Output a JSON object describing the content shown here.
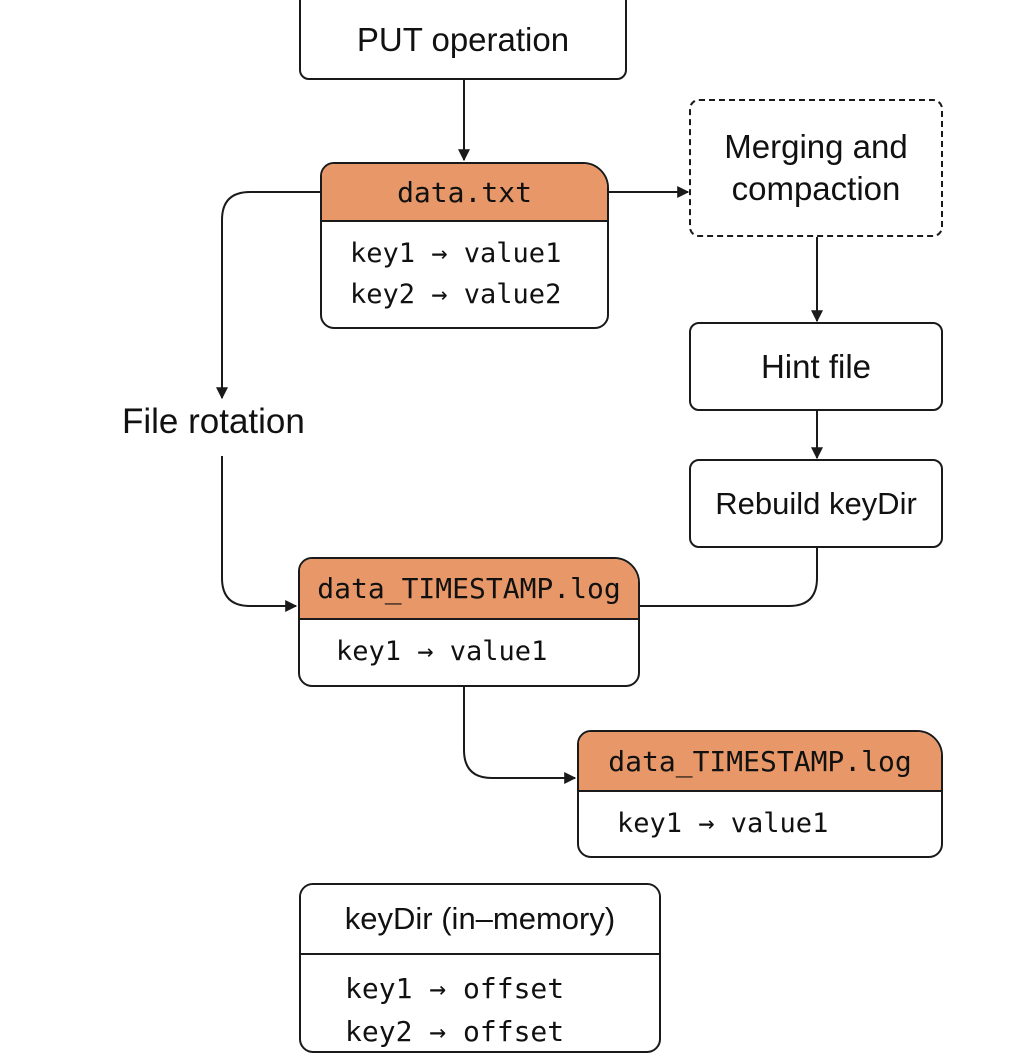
{
  "put": {
    "label": "PUT operation"
  },
  "merge": {
    "label_line1": "Merging and",
    "label_line2": "compaction"
  },
  "hint": {
    "label": "Hint file"
  },
  "rebuild": {
    "label": "Rebuild keyDir"
  },
  "rotation": {
    "label": "File rotation"
  },
  "data_txt": {
    "name": "data.txt",
    "entries": [
      "key1 → value1",
      "key2 → value2"
    ]
  },
  "log1": {
    "name": "data_TIMESTAMP.log",
    "entries": [
      "key1 → value1"
    ]
  },
  "log2": {
    "name": "data_TIMESTAMP.log",
    "entries": [
      "key1 → value1"
    ]
  },
  "keydir": {
    "title": "keyDir (in–memory)",
    "entries": [
      "key1 → offset",
      "key2 → offset"
    ]
  },
  "colors": {
    "file_header": "#e89868",
    "stroke": "#1a1a1a",
    "background": "#ffffff"
  }
}
